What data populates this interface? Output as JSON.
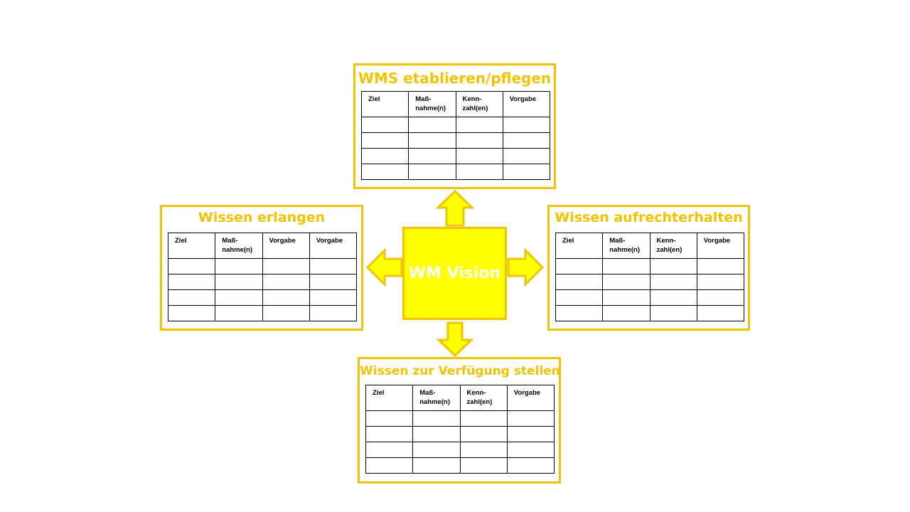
{
  "center": {
    "label": "WM Vision"
  },
  "colors": {
    "accent": "#F2C300",
    "center_fill": "#FFFF00",
    "text": "#FFFFFF",
    "grid": "#000000"
  },
  "panels": {
    "top": {
      "title": "WMS etablieren/pflegen",
      "headers": [
        "Ziel",
        "Maß-\nnahme(n)",
        "Kenn-\nzahl(en)",
        "Vorgabe"
      ]
    },
    "left": {
      "title": "Wissen erlangen",
      "headers": [
        "Ziel",
        "Maß-\nnahme(n)",
        "Vorgabe",
        "Vorgabe"
      ]
    },
    "right": {
      "title": "Wissen aufrechterhalten",
      "headers": [
        "Ziel",
        "Maß-\nnahme(n)",
        "Kenn-\nzahl(en)",
        "Vorgabe"
      ]
    },
    "bottom": {
      "title": "Wissen zur Verfügung stellen",
      "headers": [
        "Ziel",
        "Maß-\nnahme(n)",
        "Kenn-\nzahl(en)",
        "Vorgabe"
      ]
    }
  }
}
